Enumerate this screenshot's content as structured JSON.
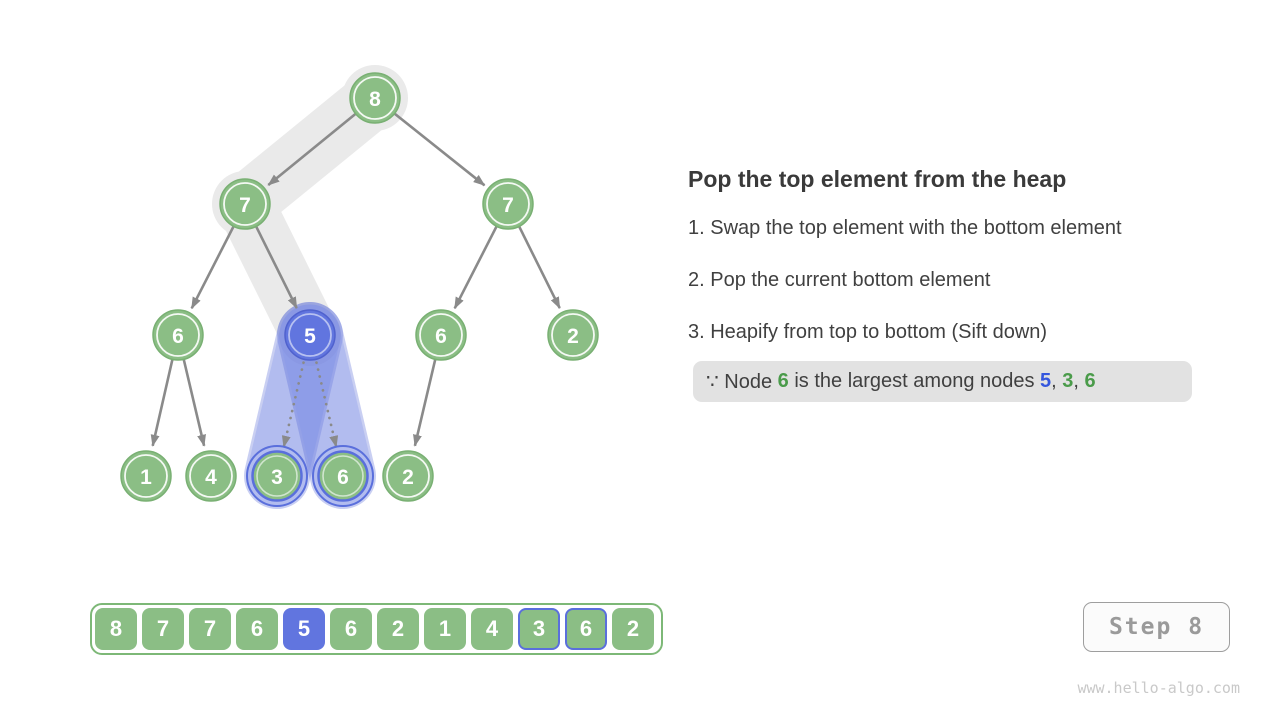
{
  "panel": {
    "title": "Pop the top element from the heap",
    "steps": [
      "1. Swap the top element with the bottom element",
      "2. Pop the current bottom element",
      "3. Heapify from top to bottom (Sift down)"
    ],
    "note": {
      "segments": [
        {
          "text": "∵ Node ",
          "color": "default"
        },
        {
          "text": "6",
          "color": "green"
        },
        {
          "text": " is the largest among nodes ",
          "color": "default"
        },
        {
          "text": "5",
          "color": "blue"
        },
        {
          "text": ", ",
          "color": "default"
        },
        {
          "text": "3",
          "color": "green"
        },
        {
          "text": ", ",
          "color": "default"
        },
        {
          "text": "6",
          "color": "green"
        }
      ]
    }
  },
  "tree": {
    "nodes": [
      {
        "value": 8,
        "state": "on-sift-path"
      },
      {
        "value": 7,
        "state": "on-sift-path"
      },
      {
        "value": 7,
        "state": "normal"
      },
      {
        "value": 6,
        "state": "normal"
      },
      {
        "value": 5,
        "state": "current"
      },
      {
        "value": 6,
        "state": "normal"
      },
      {
        "value": 2,
        "state": "normal"
      },
      {
        "value": 1,
        "state": "normal"
      },
      {
        "value": 4,
        "state": "normal"
      },
      {
        "value": 3,
        "state": "candidate"
      },
      {
        "value": 6,
        "state": "candidate"
      },
      {
        "value": 2,
        "state": "normal"
      }
    ]
  },
  "array": {
    "cells": [
      {
        "value": 8,
        "state": "normal"
      },
      {
        "value": 7,
        "state": "normal"
      },
      {
        "value": 7,
        "state": "normal"
      },
      {
        "value": 6,
        "state": "normal"
      },
      {
        "value": 5,
        "state": "current"
      },
      {
        "value": 6,
        "state": "normal"
      },
      {
        "value": 2,
        "state": "normal"
      },
      {
        "value": 1,
        "state": "normal"
      },
      {
        "value": 4,
        "state": "normal"
      },
      {
        "value": 3,
        "state": "candidate"
      },
      {
        "value": 6,
        "state": "candidate"
      },
      {
        "value": 2,
        "state": "normal"
      }
    ]
  },
  "step_badge": {
    "label": "Step 8"
  },
  "watermark": "www.hello-algo.com",
  "colors": {
    "node_green": "#8BBE85",
    "node_blue": "#6175DF",
    "highlight_blue_ring": "#5A6FDC",
    "path_gray": "#EAEAEA",
    "arrow_gray": "#8A8A8A",
    "note_green": "#4A9B4A",
    "note_blue": "#3557DE",
    "note_bg": "#E2E2E2"
  }
}
